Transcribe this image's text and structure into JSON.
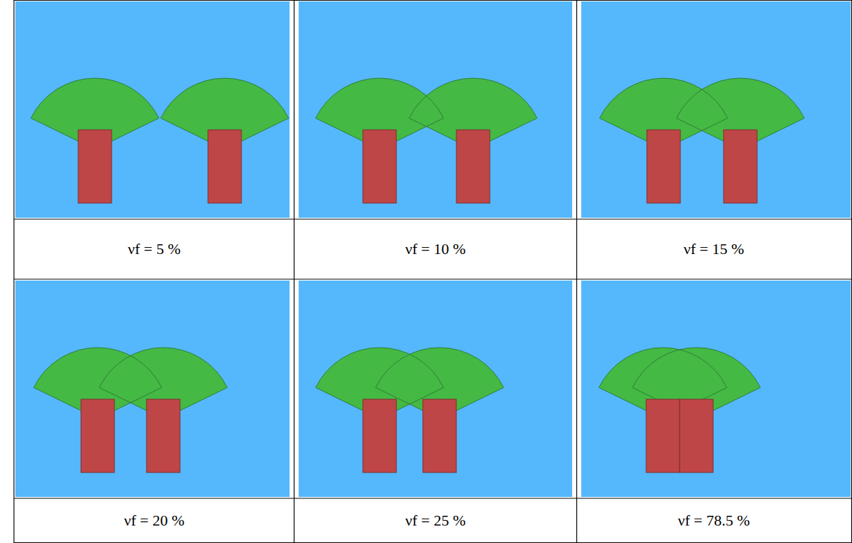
{
  "diagram": {
    "labels": [
      "νf = 5 %",
      "νf = 10 %",
      "νf = 15 %",
      "νf = 20 %",
      "νf = 25 %",
      "νf = 78.5 %"
    ]
  }
}
